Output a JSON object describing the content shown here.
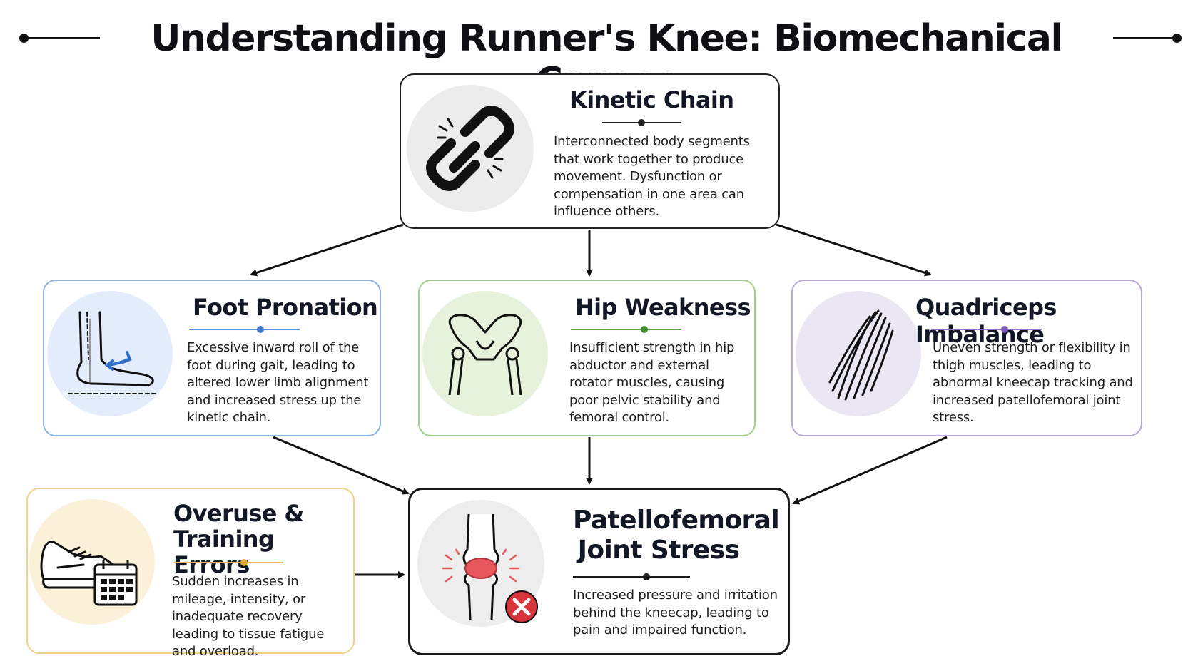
{
  "title": "Understanding Runner's Knee: Biomechanical Causes",
  "nodes": {
    "kinetic_chain": {
      "title": "Kinetic Chain",
      "description": "Interconnected body segments that work together to produce movement. Dysfunction or compensation in one area can influence others.",
      "icon": "chain-link-icon"
    },
    "foot_pronation": {
      "title": "Foot Pronation",
      "description": "Excessive inward roll of the foot during gait, leading to altered lower limb alignment and increased stress up the kinetic chain.",
      "icon": "foot-icon",
      "accent": "#5a8fd6"
    },
    "hip_weakness": {
      "title": "Hip Weakness",
      "description": "Insufficient strength in hip abductor and external rotator muscles, causing poor pelvic stability and femoral control.",
      "icon": "pelvis-icon",
      "accent": "#5da24a"
    },
    "quadriceps_imbalance": {
      "title": "Quadriceps Imbalance",
      "description": "Uneven strength or flexibility in thigh muscles, leading to abnormal kneecap tracking and increased patellofemoral joint stress.",
      "icon": "muscle-icon",
      "accent": "#8f74c6"
    },
    "overuse": {
      "title_line1": "Overuse &",
      "title_line2": "Training Errors",
      "description": "Sudden increases in mileage, intensity, or inadequate recovery leading to tissue fatigue and overload.",
      "icon": "shoe-calendar-icon",
      "accent": "#e8b84e"
    },
    "patellofemoral": {
      "title_line1": "Patellofemoral",
      "title_line2": "Joint Stress",
      "description": "Increased pressure and irritation behind the kneecap, leading to pain and impaired function.",
      "icon": "knee-joint-icon"
    }
  },
  "edges": [
    {
      "from": "kinetic_chain",
      "to": "foot_pronation"
    },
    {
      "from": "kinetic_chain",
      "to": "hip_weakness"
    },
    {
      "from": "kinetic_chain",
      "to": "quadriceps_imbalance"
    },
    {
      "from": "foot_pronation",
      "to": "patellofemoral"
    },
    {
      "from": "hip_weakness",
      "to": "patellofemoral"
    },
    {
      "from": "quadriceps_imbalance",
      "to": "patellofemoral"
    },
    {
      "from": "overuse",
      "to": "patellofemoral"
    }
  ]
}
